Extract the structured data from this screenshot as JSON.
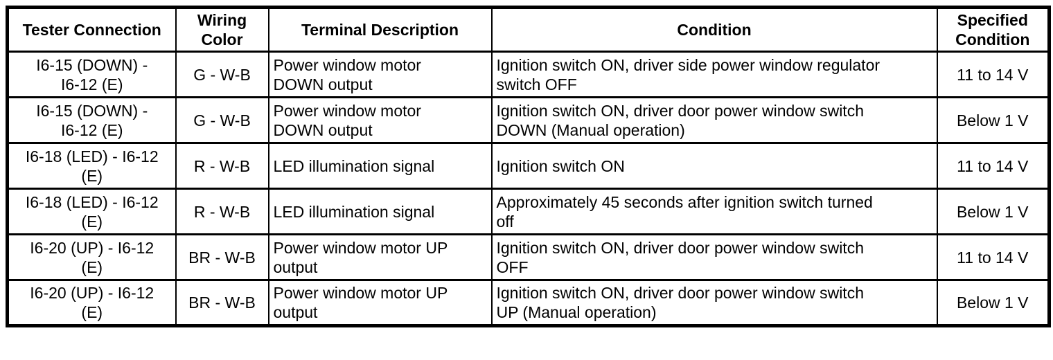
{
  "colors": {
    "border": "#000000",
    "background": "#ffffff",
    "text": "#000000"
  },
  "table": {
    "headers": [
      "Tester Connection",
      "Wiring\nColor",
      "Terminal Description",
      "Condition",
      "Specified\nCondition"
    ],
    "rows": [
      {
        "tester_connection": "I6-15 (DOWN) -\nI6-12 (E)",
        "wiring_color": "G - W-B",
        "terminal_description": "Power window motor\nDOWN output",
        "condition": "Ignition switch ON, driver side power window regulator\nswitch OFF",
        "specified_condition": "11 to 14 V"
      },
      {
        "tester_connection": "I6-15 (DOWN) -\nI6-12 (E)",
        "wiring_color": "G - W-B",
        "terminal_description": "Power window motor\nDOWN output",
        "condition": "Ignition switch ON, driver door power window switch\nDOWN (Manual operation)",
        "specified_condition": "Below 1 V"
      },
      {
        "tester_connection": "I6-18 (LED) - I6-12\n(E)",
        "wiring_color": "R - W-B",
        "terminal_description": "LED illumination signal",
        "condition": "Ignition switch ON",
        "specified_condition": "11 to 14 V"
      },
      {
        "tester_connection": "I6-18 (LED) - I6-12\n(E)",
        "wiring_color": "R - W-B",
        "terminal_description": "LED illumination signal",
        "condition": "Approximately 45 seconds after ignition switch turned\noff",
        "specified_condition": "Below 1 V"
      },
      {
        "tester_connection": "I6-20 (UP) - I6-12\n(E)",
        "wiring_color": "BR - W-B",
        "terminal_description": "Power window motor UP\noutput",
        "condition": "Ignition switch ON, driver door power window switch\nOFF",
        "specified_condition": "11 to 14 V"
      },
      {
        "tester_connection": "I6-20 (UP) - I6-12\n(E)",
        "wiring_color": "BR - W-B",
        "terminal_description": "Power window motor UP\noutput",
        "condition": "Ignition switch ON, driver door power window switch\nUP (Manual operation)",
        "specified_condition": "Below 1 V"
      }
    ]
  }
}
